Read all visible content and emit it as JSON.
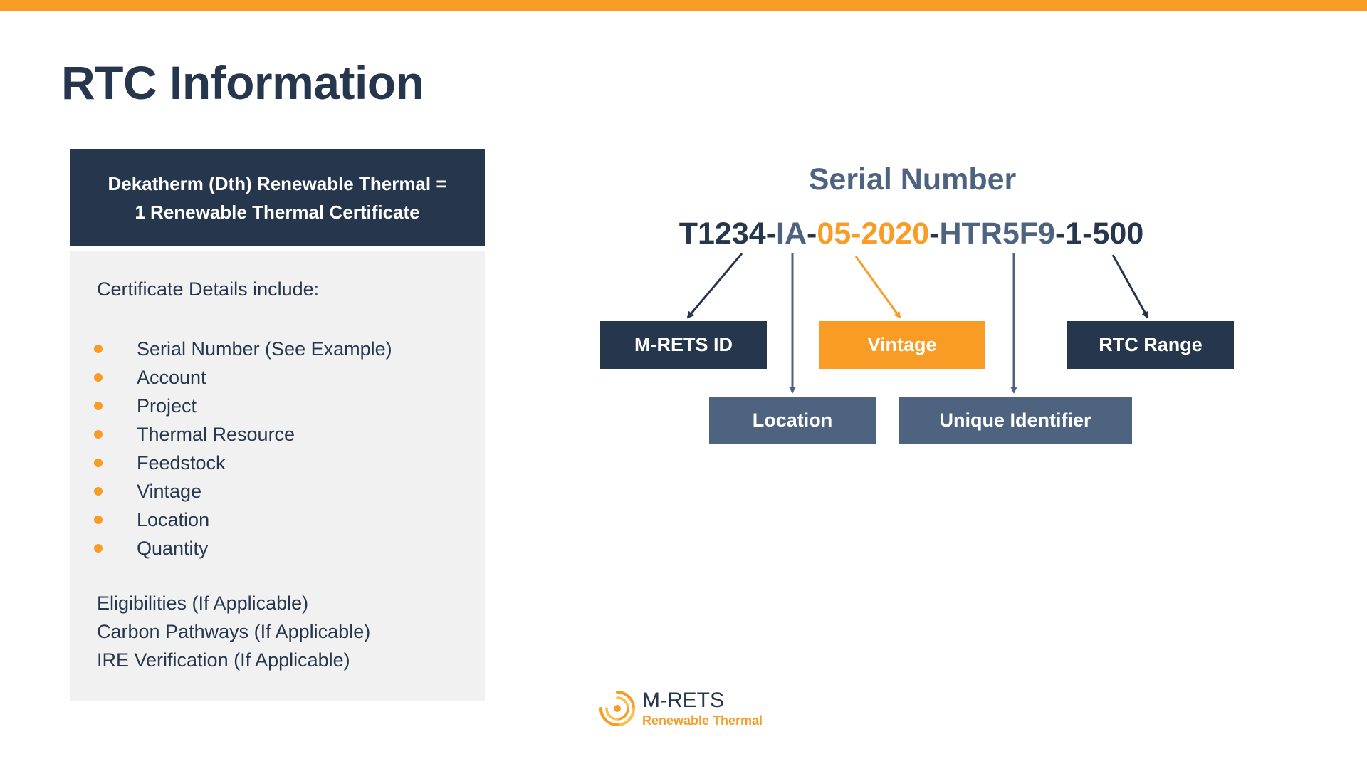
{
  "title": "RTC Information",
  "panel": {
    "header_line1": "Dekatherm (Dth) Renewable Thermal =",
    "header_line2": "1 Renewable Thermal Certificate",
    "intro": "Certificate Details include:",
    "bullets": [
      "Serial Number (See Example)",
      "Account",
      "Project",
      "Thermal Resource",
      "Feedstock",
      "Vintage",
      "Location",
      "Quantity"
    ],
    "extras": [
      "Eligibilities (If Applicable)",
      "Carbon Pathways (If Applicable)",
      "IRE Verification (If Applicable)"
    ]
  },
  "serial": {
    "heading": "Serial Number",
    "segments": [
      "T1234",
      "-",
      "IA",
      "-",
      "05-2020",
      "-",
      "HTR5F9",
      "-1-500"
    ]
  },
  "boxes": {
    "mrets_id": "M-RETS ID",
    "vintage": "Vintage",
    "rtc_range": "RTC Range",
    "location": "Location",
    "unique_identifier": "Unique Identifier"
  },
  "logo": {
    "name": "M-RETS",
    "subtitle": "Renewable Thermal"
  },
  "colors": {
    "dark_navy": "#26364d",
    "slate": "#4e6380",
    "orange": "#f89c26",
    "panel_gray": "#f1f1f1"
  }
}
